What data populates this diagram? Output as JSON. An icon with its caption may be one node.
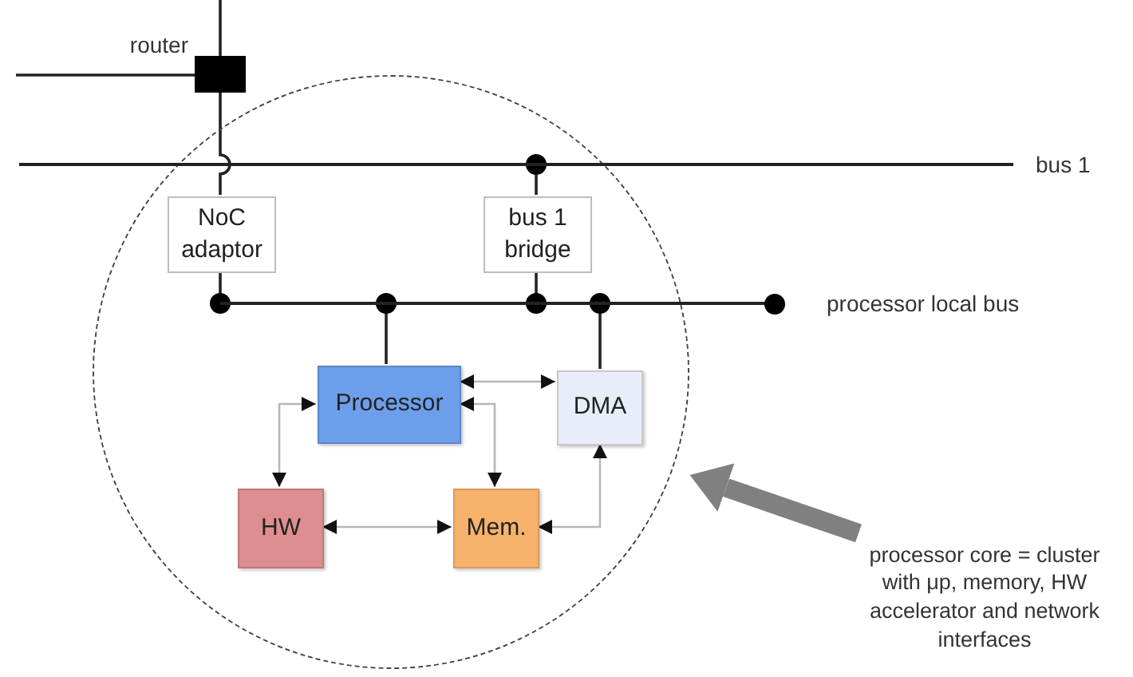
{
  "diagram": {
    "nodes": [
      {
        "text": [],
        "shape": "box",
        "beside": [
          "router"
        ]
      },
      {
        "text": [
          "bus 1"
        ]
      },
      {
        "text": [],
        "shape": "circle"
      },
      {
        "text": [
          "NoC adaptor"
        ],
        "in": 2
      },
      {
        "text": [
          "bus 1 bridge"
        ],
        "in": 2
      },
      {
        "text": [
          "processor local bus"
        ]
      },
      {
        "text": [
          "Processor"
        ],
        "in": 2
      },
      {
        "text": [
          "DMA"
        ],
        "in": 2
      },
      {
        "text": [
          "HW"
        ],
        "in": 2
      },
      {
        "text": [
          "Mem."
        ],
        "in": 2
      },
      {
        "text": [
          "processor core = cluster with μp, memory, HW accelerator and network interfaces"
        ]
      }
    ],
    "edges": [
      {
        "from": null,
        "to": 0,
        "arrow": "none"
      },
      {
        "from": null,
        "to": 0,
        "arrow": "none"
      },
      {
        "from": 0,
        "to": 3,
        "arrow": "none"
      },
      {
        "from": 4,
        "to": 1,
        "arrow": "other"
      },
      {
        "from": 3,
        "to": 5,
        "arrow": "other"
      },
      {
        "from": 4,
        "to": 5,
        "arrow": "other"
      },
      {
        "from": 6,
        "to": 5,
        "arrow": "other"
      },
      {
        "from": 7,
        "to": 5,
        "arrow": "other"
      },
      {
        "from": 6,
        "to": 7,
        "arrow": "both",
        "color": "#b7b7b7"
      },
      {
        "from": 6,
        "to": 8,
        "arrow": "both",
        "color": "#b7b7b7"
      },
      {
        "from": 6,
        "to": 9,
        "arrow": "both",
        "color": "#b7b7b7"
      },
      {
        "from": 8,
        "to": 9,
        "arrow": "both",
        "color": "#b7b7b7"
      },
      {
        "from": 9,
        "to": 7,
        "arrow": "both",
        "color": "#b7b7b7"
      },
      {
        "from": 10,
        "to": 2,
        "arrow": "to",
        "style": "thick",
        "color": "#808080"
      }
    ]
  }
}
